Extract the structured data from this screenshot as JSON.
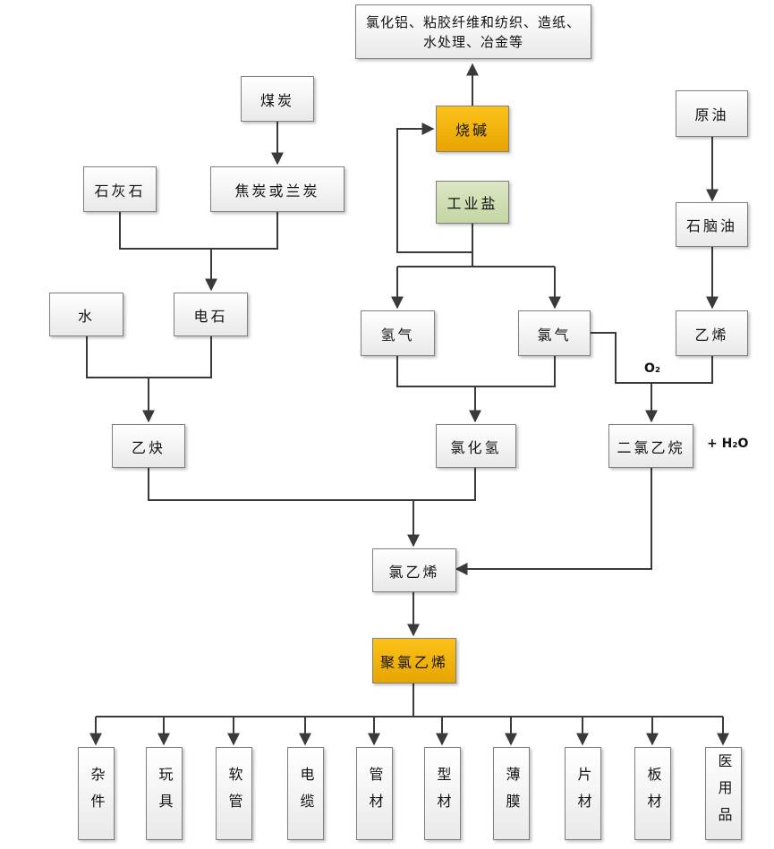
{
  "nodes": {
    "products_top": "氯化铝、粘胶纤维和纺织、造纸、水处理、冶金等",
    "caustic_soda": "烧碱",
    "crude_oil": "原油",
    "coal": "煤炭",
    "limestone": "石灰石",
    "coke": "焦炭或兰炭",
    "industrial_salt": "工业盐",
    "naphtha": "石脑油",
    "water": "水",
    "calcium_carbide": "电石",
    "hydrogen": "氢气",
    "chlorine": "氯气",
    "ethylene": "乙烯",
    "acetylene": "乙炔",
    "hydrogen_chloride": "氯化氢",
    "dichloroethane": "二氯乙烷",
    "vinyl_chloride": "氯乙烯",
    "pvc": "聚氯乙烯"
  },
  "labels": {
    "oxygen": "O₂",
    "water_out": "+ H₂O"
  },
  "products": [
    "杂件",
    "玩具",
    "软管",
    "电缆",
    "管材",
    "型材",
    "薄膜",
    "片材",
    "板材",
    "医用品"
  ],
  "colors": {
    "orange": "#f5b20f",
    "green": "#cfdcb2",
    "line": "#3a3a3a"
  }
}
